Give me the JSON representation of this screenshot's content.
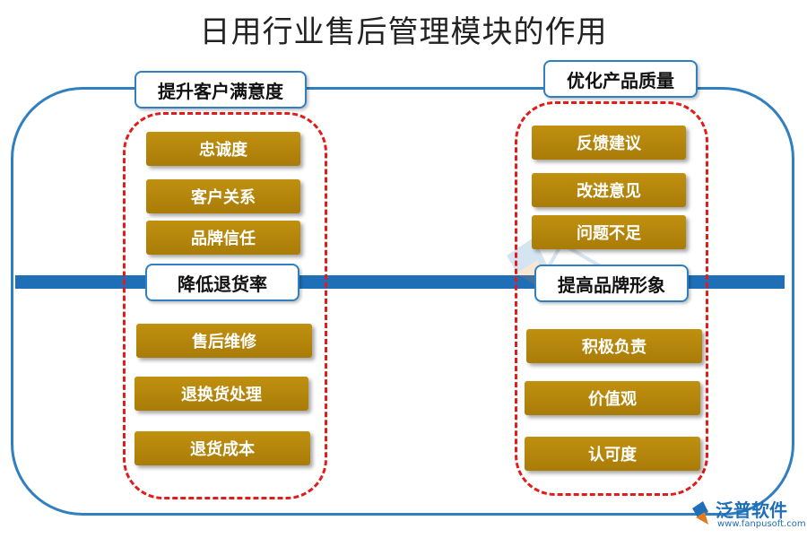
{
  "title": "日用行业售后管理模块的作用",
  "left": {
    "top_category": "提升客户满意度",
    "top_items": [
      "忠诚度",
      "客户关系",
      "品牌信任"
    ],
    "bottom_category": "降低退货率",
    "bottom_items": [
      "售后维修",
      "退换货处理",
      "退货成本"
    ]
  },
  "right": {
    "top_category": "优化产品质量",
    "top_items": [
      "反馈建议",
      "改进意见",
      "问题不足"
    ],
    "bottom_category": "提高品牌形象",
    "bottom_items": [
      "积极负责",
      "价值观",
      "认可度"
    ]
  },
  "logo": {
    "name": "泛普软件",
    "url": "www.fanpusoft.com"
  },
  "colors": {
    "item_fill": "#b8860b",
    "border_blue": "#2f7fc1",
    "dashed_red": "#e21b1b"
  }
}
